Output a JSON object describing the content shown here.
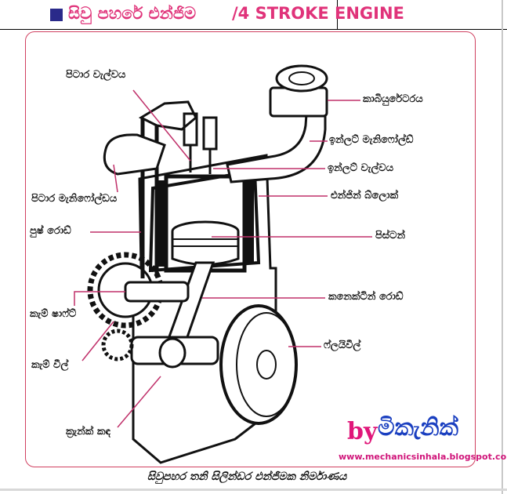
{
  "title": {
    "sinhala": "සිවු පහරේ එන්ජිම",
    "english": "/4 STROKE ENGINE"
  },
  "labels": {
    "exhaust_valve": "පිටාර වැල්වය",
    "carburetor": "කාබියුරේටරය",
    "inlet_manifold": "ඉන්ලට් මැනිෆෝල්ඩ්",
    "inlet_valve": "ඉන්ලට් වැල්වය",
    "exhaust_manifold": "පිටාර මැනිෆෝල්ඩය",
    "engine_block": "එන්ජින් බ්ලොක්",
    "push_rod": "පුෂ් රොඩ්",
    "piston": "පිස්ටන්",
    "connecting_rod": "කනෙක්ටින් රොඩ්",
    "camshaft": "කැම් ෂාෆ්ට්",
    "flywheel": "ෆ්ලයිවීල්",
    "cam_wheel": "කැම් වීල්",
    "crank_shaft": "ක්‍රැන්ක් කඳ"
  },
  "credit": {
    "by": "by",
    "name": "මිකැනික්",
    "url": "www.mechanicsinhala.blogspot.com"
  },
  "caption": "සිවුපහර තනි සිලින්ඩර එන්ජිමක නිර්මාණය",
  "colors": {
    "title": "#e0337a",
    "frame": "#d04060",
    "leader": "#c0306a",
    "credit_by": "#e0177a",
    "credit_name": "#1a3fc0"
  }
}
